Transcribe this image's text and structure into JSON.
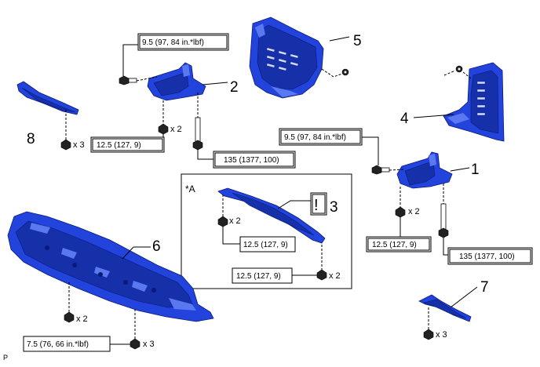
{
  "parts": {
    "p1": "1",
    "p2": "2",
    "p3": "3",
    "p4": "4",
    "p5": "5",
    "p6": "6",
    "p7": "7",
    "p8": "8"
  },
  "torque": {
    "t_9_5_top": "9.5 (97, 84 in.*lbf)",
    "t_12_5_left": "12.5 (127, 9)",
    "t_135_left": "135 (1377, 100)",
    "t_9_5_right": "9.5 (97, 84 in.*lbf)",
    "t_12_5_right": "12.5 (127, 9)",
    "t_135_right": "135 (1377, 100)",
    "t_12_5_inset_a": "12.5 (127, 9)",
    "t_12_5_inset_b": "12.5 (127, 9)",
    "t_7_5": "7.5 (76, 66 in.*lbf)"
  },
  "quantities": {
    "q_part8": "x 3",
    "q_part2": "x 2",
    "q_inset_top": "x 2",
    "q_inset_bottom": "x 2",
    "q_part1": "x 2",
    "q_part6": "x 2",
    "q_part6_bottom": "x 3",
    "q_part7": "x 3"
  },
  "inset": {
    "label": "*A",
    "caution_symbol": "!"
  },
  "corner_label": "P",
  "colors": {
    "part_blue": "#2244dd",
    "line": "#000000",
    "background": "#ffffff"
  }
}
